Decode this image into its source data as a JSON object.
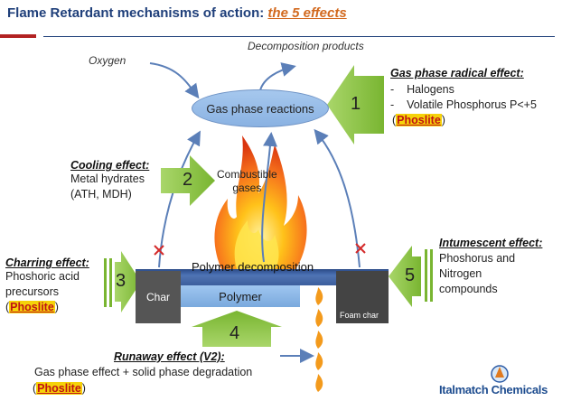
{
  "title": {
    "main": "Flame Retardant mechanisms of action:",
    "highlight": "the 5 effects"
  },
  "labels": {
    "oxygen": "Oxygen",
    "decomposition_products": "Decomposition products",
    "gas_phase_reactions": "Gas phase reactions",
    "combustible_gases_1": "Combustible",
    "combustible_gases_2": "gases",
    "polymer_decomposition": "Polymer decomposition",
    "char": "Char",
    "polymer": "Polymer",
    "foam_char": "Foam char"
  },
  "effects": {
    "gas_phase": {
      "number": "1",
      "title": "Gas phase radical effect:",
      "items": [
        "Halogens",
        "Volatile Phosphorus P<+5"
      ],
      "phoslite": "Phoslite"
    },
    "cooling": {
      "number": "2",
      "title": "Cooling effect:",
      "lines": [
        "Metal hydrates",
        "(ATH, MDH)"
      ]
    },
    "charring": {
      "number": "3",
      "title": "Charring effect:",
      "lines": [
        "Phoshoric acid",
        "precursors"
      ],
      "phoslite": "Phoslite"
    },
    "runaway": {
      "number": "4",
      "title": "Runaway effect (V2):",
      "lines": [
        "Gas phase effect + solid phase degradation"
      ],
      "phoslite": "Phoslite"
    },
    "intumescent": {
      "number": "5",
      "title": "Intumescent effect:",
      "lines": [
        "Phoshorus and",
        "Nitrogen",
        "compounds"
      ]
    }
  },
  "brand": "Italmatch Chemicals",
  "colors": {
    "title": "#1f3f7a",
    "highlight": "#d2691e",
    "arrow_green": "#8dc63f",
    "phoslite_bg": "#f5d20a",
    "phoslite_text": "#c01414"
  }
}
